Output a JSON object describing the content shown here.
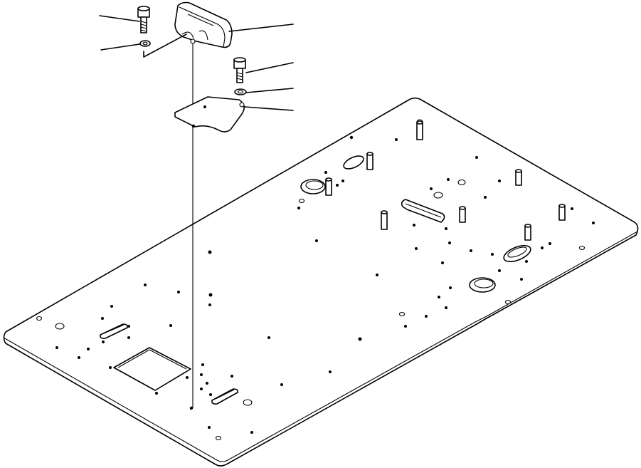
{
  "diagram": {
    "description_labels": [],
    "line_color": "#000000",
    "background": "#ffffff"
  },
  "parts": [
    {
      "name": "cover"
    },
    {
      "name": "bolt-left"
    },
    {
      "name": "washer-left"
    },
    {
      "name": "bolt-right"
    },
    {
      "name": "washer-right"
    },
    {
      "name": "bracket-plate"
    },
    {
      "name": "floor-plate"
    }
  ]
}
